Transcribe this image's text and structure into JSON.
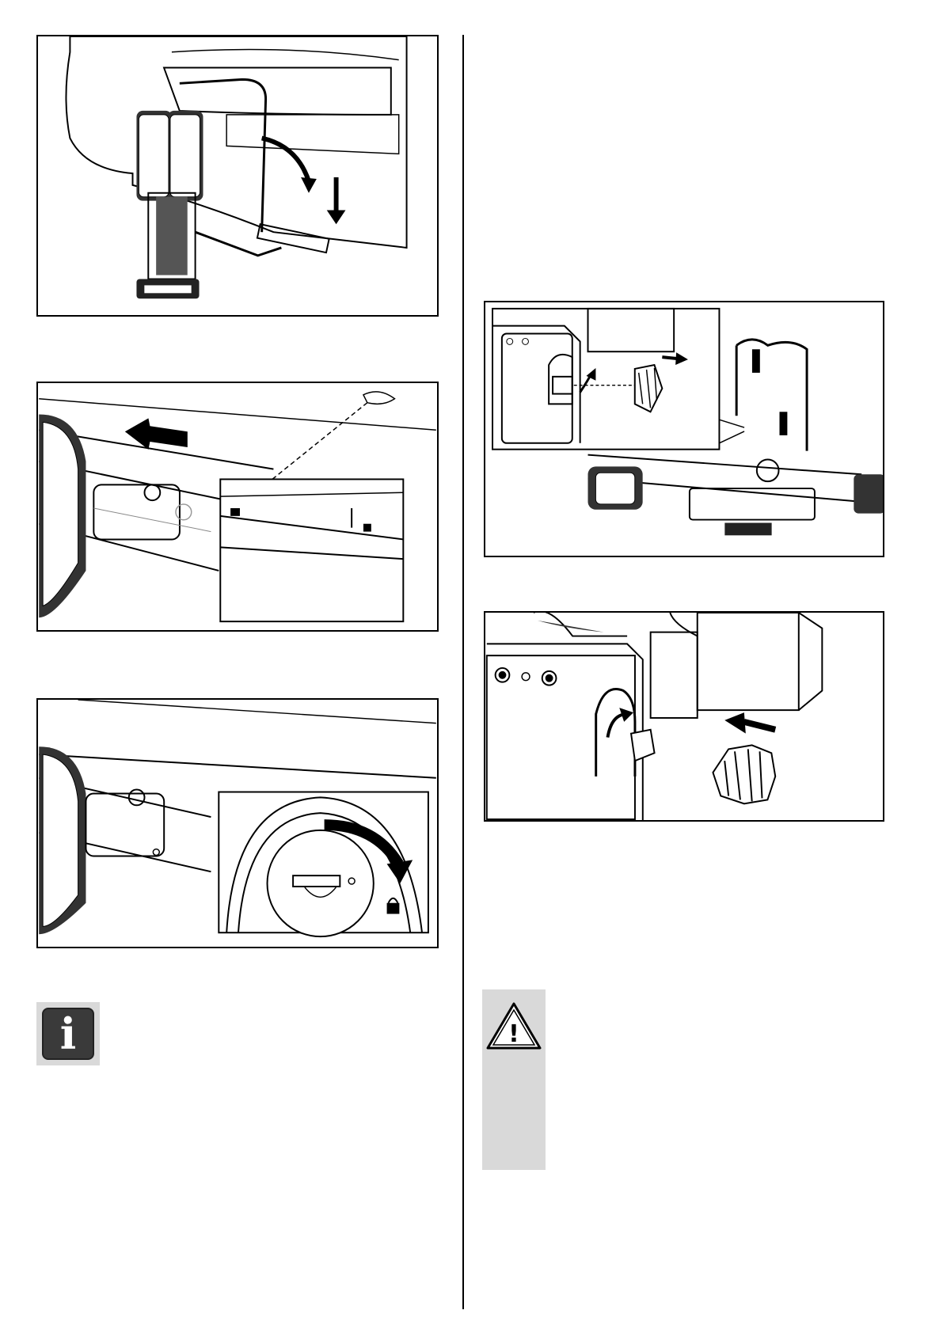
{
  "page": {
    "figures": [
      {
        "id": "fig-rack-mount",
        "icon": "bike-carrier-mount-diagram-icon"
      },
      {
        "id": "fig-slide-lock",
        "icon": "slide-lock-diagram-icon"
      },
      {
        "id": "fig-turn-key",
        "icon": "turn-key-lock-diagram-icon"
      },
      {
        "id": "fig-remove-knob",
        "icon": "remove-knob-diagram-icon"
      },
      {
        "id": "fig-attach-knob",
        "icon": "attach-knob-diagram-icon"
      }
    ],
    "info_icon": {
      "glyph": "i",
      "color": "#3a3a3a",
      "background": "#d9d9d9"
    },
    "warning_icon": {
      "glyph": "!",
      "background": "#d9d9d9"
    }
  }
}
